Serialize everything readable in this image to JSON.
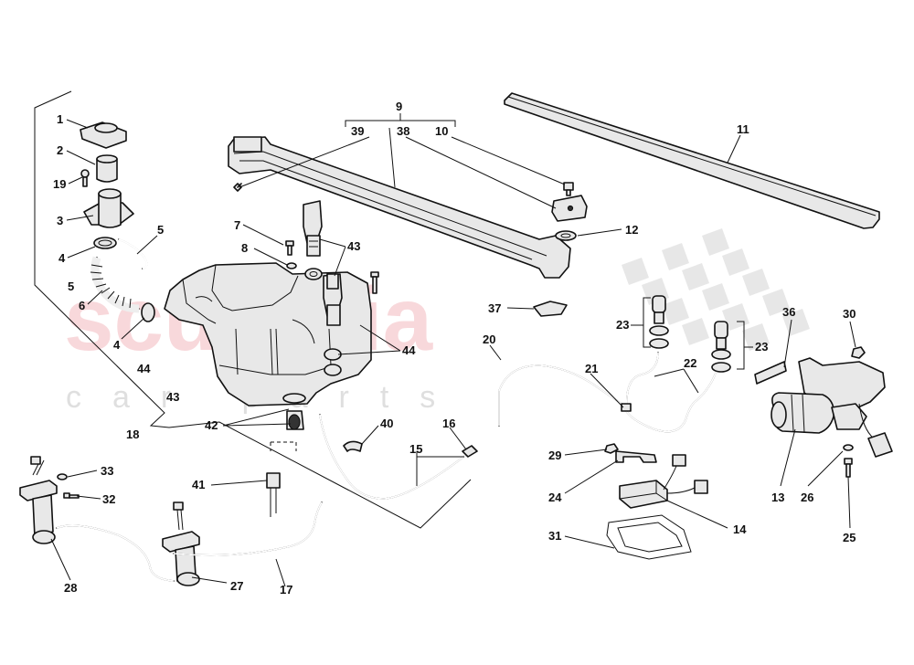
{
  "watermark": {
    "main": "scuderia",
    "sub": "car parts"
  },
  "callouts": [
    "1",
    "2",
    "19",
    "3",
    "4",
    "5",
    "5",
    "6",
    "4",
    "44",
    "43",
    "18",
    "7",
    "8",
    "43",
    "44",
    "42",
    "41",
    "40",
    "15",
    "16",
    "9",
    "39",
    "38",
    "10",
    "11",
    "12",
    "37",
    "20",
    "21",
    "22",
    "23",
    "23",
    "36",
    "30",
    "13",
    "26",
    "25",
    "29",
    "24",
    "14",
    "31",
    "33",
    "32",
    "28",
    "27",
    "17"
  ]
}
